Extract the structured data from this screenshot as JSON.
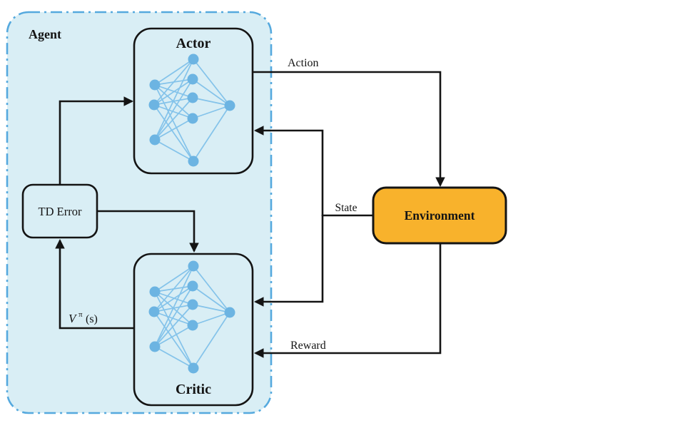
{
  "agent": {
    "label": "Agent"
  },
  "boxes": {
    "actor": {
      "label": "Actor"
    },
    "critic": {
      "label": "Critic"
    },
    "td_error": {
      "label": "TD Error"
    },
    "environment": {
      "label": "Environment"
    }
  },
  "arrows": {
    "action": {
      "label": "Action"
    },
    "state": {
      "label": "State"
    },
    "reward": {
      "label": "Reward"
    },
    "value": {
      "v": "V",
      "sup": "π",
      "arg": "(s)"
    }
  },
  "network": {
    "layers": [
      3,
      5,
      1
    ]
  },
  "colors": {
    "agent_fill": "#d9eef5",
    "agent_border": "#55a9de",
    "box_fill": "#d9eef5",
    "box_border": "#141414",
    "environment_fill": "#f8b22c",
    "node_fill": "#6cb4e2",
    "edge_stroke": "#84c3ea",
    "arrow_color": "#141414"
  }
}
